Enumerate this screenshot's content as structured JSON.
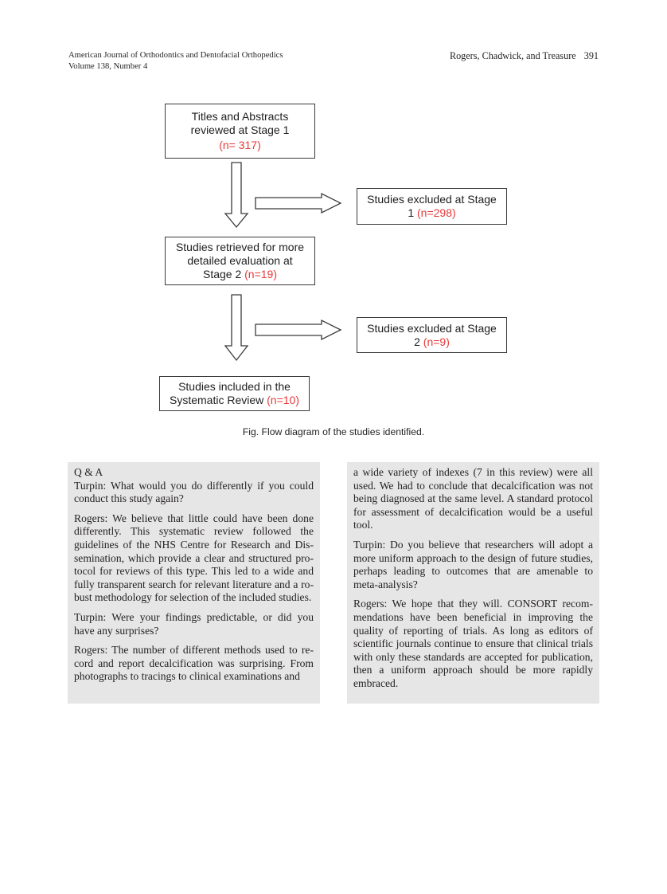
{
  "running_head": {
    "journal": "American Journal of Orthodontics and Dentofacial Orthopedics",
    "volume": "Volume 138, Number 4",
    "authors": "Rogers, Chadwick, and Treasure",
    "page_number": "391"
  },
  "figure": {
    "stage1_box": {
      "text_line1": "Titles and Abstracts",
      "text_line2": "reviewed at Stage 1",
      "count": "(n= 317)"
    },
    "excluded1_box": {
      "text_line1": "Studies excluded at Stage",
      "text_line2": "1",
      "count": "(n=298)"
    },
    "stage2_box": {
      "text_line1": "Studies retrieved for more",
      "text_line2": "detailed evaluation at",
      "text_line3": "Stage 2",
      "count": "(n=19)"
    },
    "excluded2_box": {
      "text_line1": "Studies excluded at Stage",
      "text_line2": "2",
      "count": "(n=9)"
    },
    "included_box": {
      "text_line1": "Studies included in the",
      "text_line2": "Systematic Review",
      "count": "(n=10)"
    },
    "accent_color": "#e8393a"
  },
  "caption": "Fig. Flow diagram of the studies identified.",
  "qa": {
    "heading": "Q & A",
    "left": [
      "Turpin: What would you do differently if you could conduct this study again?",
      "Rogers: We believe that little could have been done differently. This systematic review followed the guidelines of the NHS Centre for Research and Dis­semination, which provide a clear and structured pro­tocol for reviews of this type. This led to a wide and fully transparent search for relevant literature and a ro­bust methodology for selection of the included studies.",
      "Turpin: Were your findings predictable, or did you have any surprises?",
      "Rogers: The number of different methods used to re­cord and report decalcification was surprising. From photographs to tracings to clinical examinations and"
    ],
    "right": [
      "a wide variety of indexes (7 in this review) were all used. We had to conclude that decalcification was not being diagnosed at the same level. A standard protocol for assessment of decalcification would be a useful tool.",
      "Turpin: Do you believe that researchers will adopt a more uniform approach to the design of future stud­ies, perhaps leading to outcomes that are amenable to meta-analysis?",
      "Rogers: We hope that they will. CONSORT recom­mendations have been beneficial in improving the quality of reporting of trials. As long as editors of scientific journals continue to ensure that clinical trials with only these standards are accepted for publication, then a uniform approach should be more rapidly embraced."
    ]
  }
}
